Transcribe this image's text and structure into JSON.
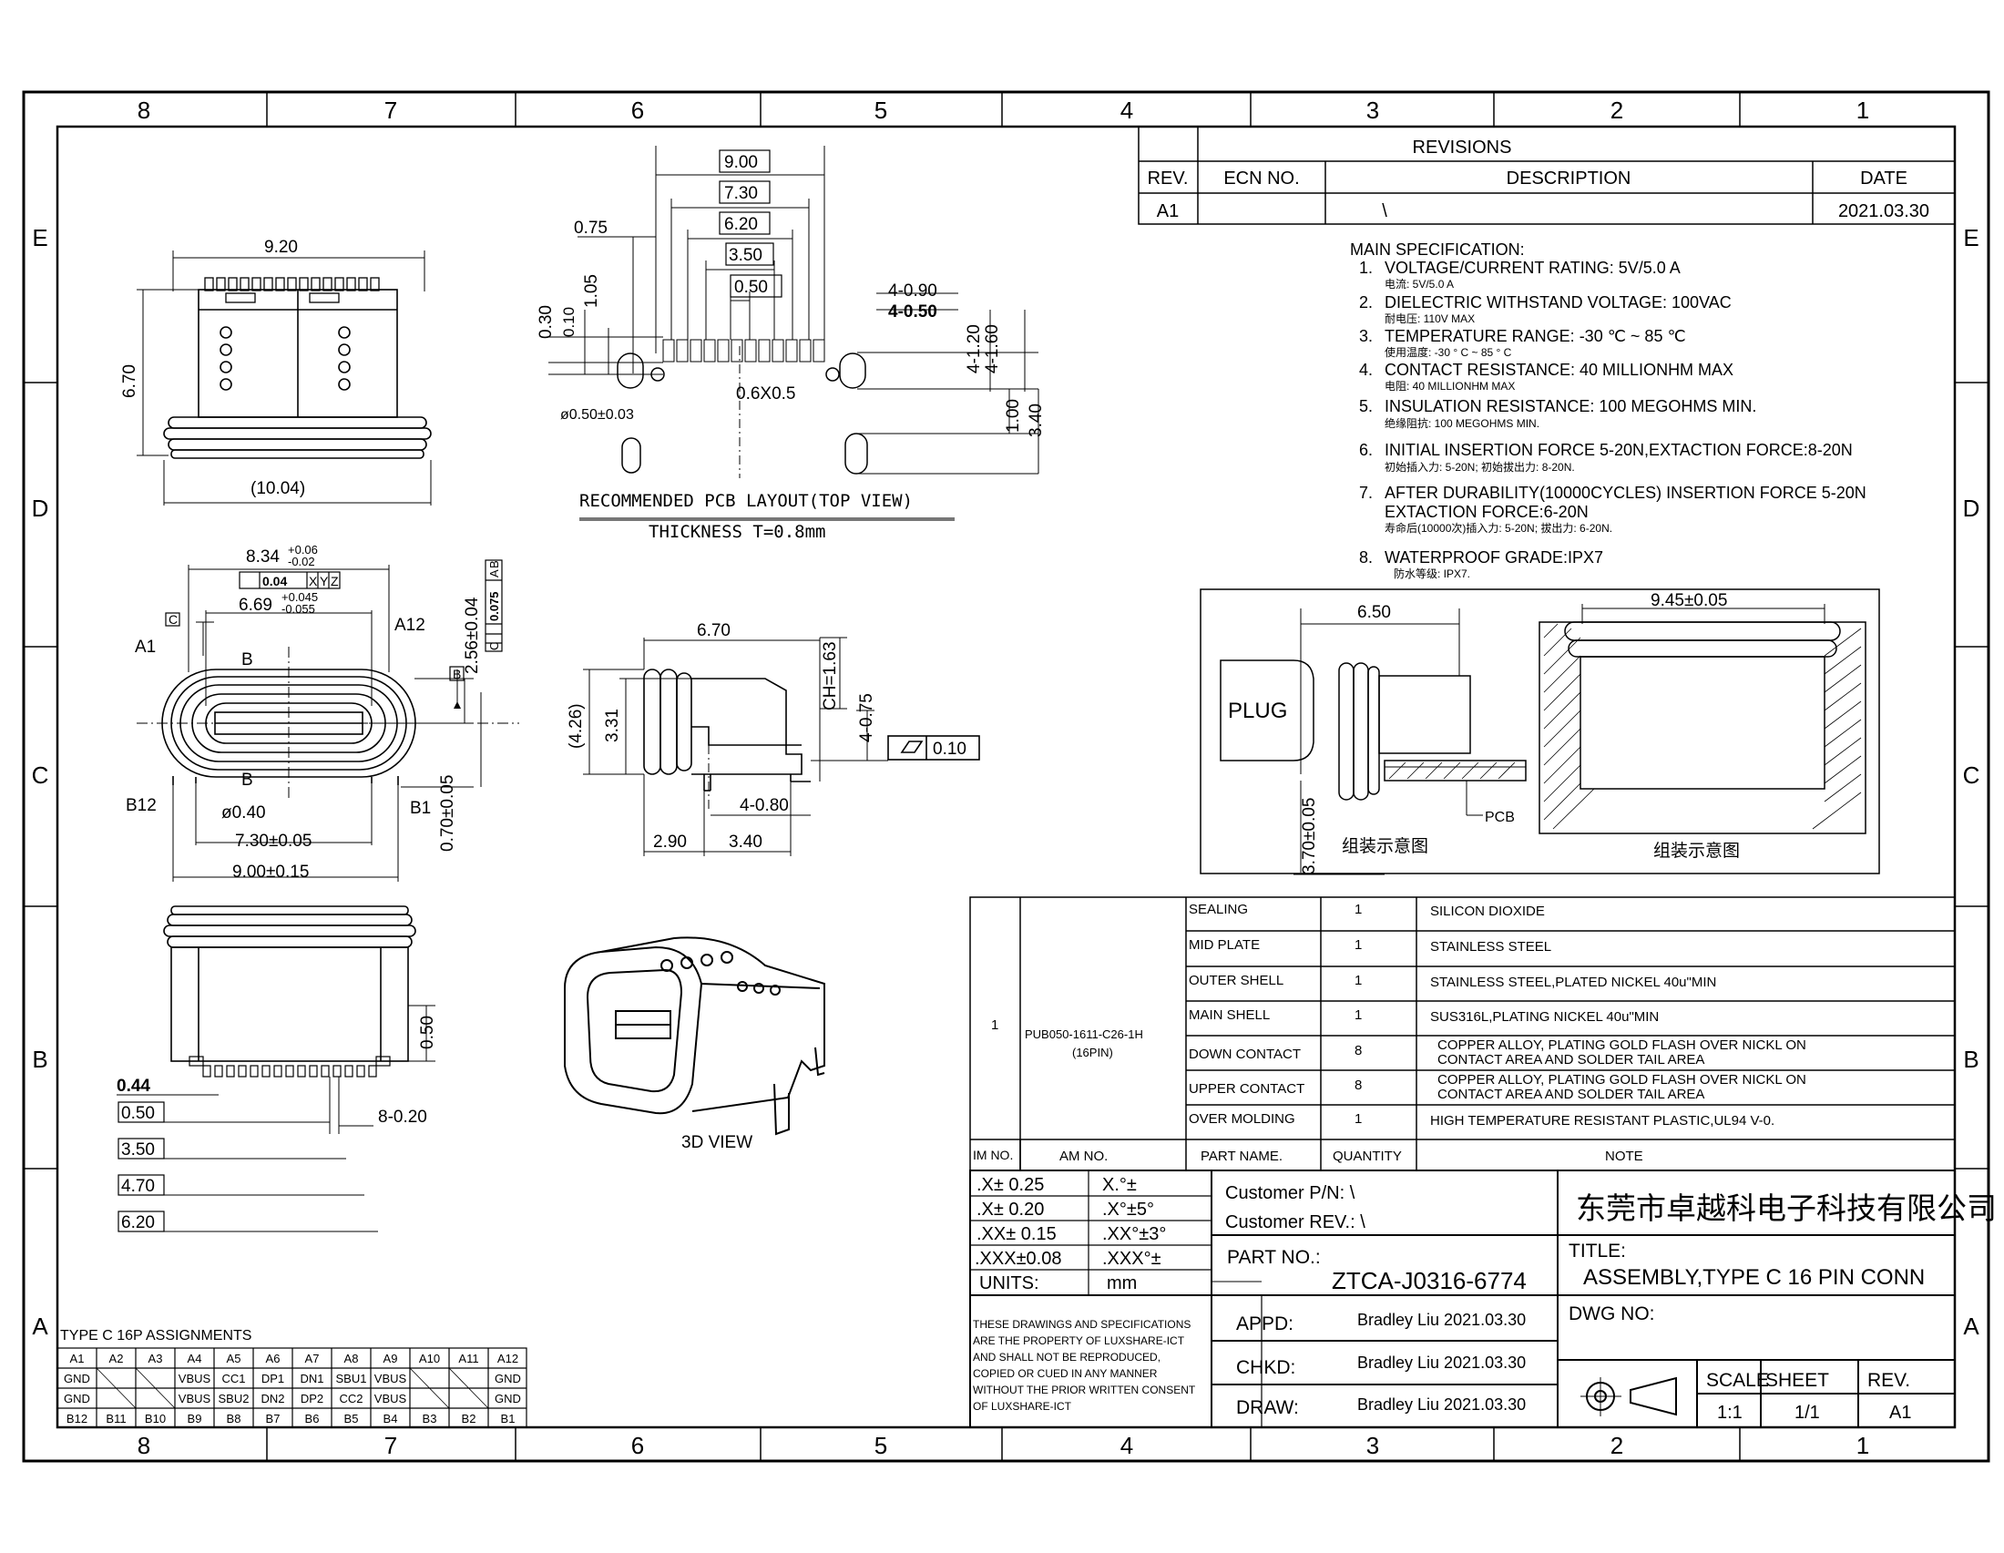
{
  "frame": {
    "columns": [
      "8",
      "7",
      "6",
      "5",
      "4",
      "3",
      "2",
      "1"
    ],
    "rows": [
      "E",
      "D",
      "C",
      "B",
      "A"
    ]
  },
  "revisions": {
    "title": "REVISIONS",
    "headers": [
      "REV.",
      "ECN NO.",
      "DESCRIPTION",
      "DATE"
    ],
    "row": {
      "rev": "A1",
      "ecn": "",
      "description": "\\",
      "date": "2021.03.30"
    }
  },
  "spec": {
    "heading": "MAIN SPECIFICATION:",
    "items": [
      {
        "num": "1.",
        "en": "VOLTAGE/CURRENT RATING: 5V/5.0 A",
        "cn": "电流: 5V/5.0 A"
      },
      {
        "num": "2.",
        "en": "DIELECTRIC WITHSTAND VOLTAGE: 100VAC",
        "cn": "耐电压: 110V MAX"
      },
      {
        "num": "3.",
        "en": "TEMPERATURE RANGE: -30 ℃ ~ 85 ℃",
        "cn": "使用温度: -30 ° C ~ 85 ° C"
      },
      {
        "num": "4.",
        "en": "CONTACT RESISTANCE: 40 MILLIONHM MAX",
        "cn": "电阻: 40 MILLIONHM MAX"
      },
      {
        "num": "5.",
        "en": "INSULATION RESISTANCE: 100 MEGOHMS MIN.",
        "cn": "绝缘阻抗: 100 MEGOHMS MIN."
      },
      {
        "num": "6.",
        "en": "INITIAL INSERTION FORCE 5-20N,EXTACTION FORCE:8-20N",
        "cn": "初始插入力: 5-20N; 初始拔出力: 8-20N."
      },
      {
        "num": "7.",
        "en": "AFTER DURABILITY(10000CYCLES) INSERTION FORCE 5-20N",
        "en2": "EXTACTION FORCE:6-20N",
        "cn": "寿命后(10000次)插入力: 5-20N; 拔出力: 6-20N."
      },
      {
        "num": "8.",
        "en": "WATERPROOF GRADE:IPX7",
        "cn": "防水等级: IPX7."
      }
    ]
  },
  "dims": {
    "top_w": "9.20",
    "top_h": "6.70",
    "top_bottom": "(10.04)",
    "pcb_9": "9.00",
    "pcb_73": "7.30",
    "pcb_62": "6.20",
    "pcb_35": "3.50",
    "pcb_05": "0.50",
    "pcb_075": "0.75",
    "pcb_105": "1.05",
    "pcb_030": "0.30",
    "pcb_010": "0.10",
    "pcb_490": "4-0.90",
    "pcb_450": "4-0.50",
    "pcb_4120": "4-1.20",
    "pcb_4160": "4-1.60",
    "pcb_hole": "ø0.50±0.03",
    "pcb_slot": "0.6X0.5",
    "pcb_100": "1.00",
    "pcb_340": "3.40",
    "pcb_caption": "RECOMMENDED PCB LAYOUT(TOP VIEW)",
    "pcb_thick": "THICKNESS T=0.8mm",
    "front_834": "8.34",
    "front_834_tol_up": "+0.06",
    "front_834_tol_dn": "-0.02",
    "front_fcf": "0.04",
    "front_fcf_x": "X",
    "front_fcf_y": "Y",
    "front_fcf_z": "Z",
    "front_669": "6.69",
    "front_669_tol_up": "+0.045",
    "front_669_tol_dn": "-0.055",
    "front_c": "C",
    "front_b_datum": "B",
    "front_a1": "A1",
    "front_a12": "A12",
    "front_b12": "B12",
    "front_b1": "B1",
    "front_b": "B",
    "front_256": "2.56±0.04",
    "front_v_fcf": "0.075",
    "front_v_fcf_a": "A",
    "front_v_fcf_b": "B",
    "front_v_fcf_c": "C",
    "front_040": "ø0.40",
    "front_730": "7.30±0.05",
    "front_900": "9.00±0.15",
    "front_070": "0.70±0.05",
    "side_670": "6.70",
    "side_426": "(4.26)",
    "side_331": "3.31",
    "side_ch": "CH=1.63",
    "side_4075": "4-0.75",
    "side_flat": "0.10",
    "side_480": "4-0.80",
    "side_290": "2.90",
    "side_340": "3.40",
    "bot_050": "0.50",
    "bot_044": "0.44",
    "bot_b050": "0.50",
    "bot_350": "3.50",
    "bot_470": "4.70",
    "bot_620": "6.20",
    "bot_820": "8-0.20",
    "view3d": "3D VIEW",
    "asm_650": "6.50",
    "asm_945": "9.45±0.05",
    "asm_plug": "PLUG",
    "asm_pcb": "PCB",
    "asm_370": "3.70±0.05",
    "asm_cap1": "组装示意图",
    "asm_cap2": "组装示意图"
  },
  "bom": {
    "item": "1",
    "am": "PUB050-1611-C26-1H",
    "am2": "(16PIN)",
    "parts": [
      {
        "name": "SEALING",
        "qty": "1",
        "note": "SILICON DIOXIDE"
      },
      {
        "name": "MID PLATE",
        "qty": "1",
        "note": "STAINLESS STEEL"
      },
      {
        "name": "OUTER SHELL",
        "qty": "1",
        "note": "STAINLESS STEEL,PLATED NICKEL 40u\"MIN"
      },
      {
        "name": "MAIN SHELL",
        "qty": "1",
        "note": "SUS316L,PLATING NICKEL 40u\"MIN"
      },
      {
        "name": "DOWN CONTACT",
        "qty": "8",
        "note": "COPPER ALLOY, PLATING GOLD FLASH OVER NICKL ON",
        "note2": "CONTACT AREA AND SOLDER TAIL AREA"
      },
      {
        "name": "UPPER CONTACT",
        "qty": "8",
        "note": "COPPER ALLOY, PLATING GOLD FLASH OVER NICKL ON",
        "note2": "CONTACT AREA AND SOLDER TAIL AREA"
      },
      {
        "name": "OVER MOLDING",
        "qty": "1",
        "note": "HIGH TEMPERATURE RESISTANT PLASTIC,UL94 V-0."
      }
    ],
    "headers": [
      "IM NO.",
      "AM NO.",
      "PART NAME.",
      "QUANTITY",
      "NOTE"
    ]
  },
  "tolerances": [
    [
      ".X± 0.25",
      "X.°±"
    ],
    [
      ".X± 0.20",
      ".X°±5°"
    ],
    [
      ".XX± 0.15",
      ".XX°±3°"
    ],
    [
      ".XXX±0.08",
      ".XXX°±"
    ],
    [
      "UNITS:",
      "mm"
    ]
  ],
  "title_block": {
    "customer_pn": "Customer P/N: \\",
    "customer_rev": "Customer REV.: \\",
    "company": "东莞市卓越科电子科技有限公司",
    "part_no_label": "PART NO.:",
    "part_no": "ZTCA-J0316-6774",
    "title_label": "TITLE:",
    "title": "ASSEMBLY,TYPE C 16 PIN CONN",
    "notice": [
      "THESE DRAWINGS AND SPECIFICATIONS",
      "ARE THE PROPERTY OF LUXSHARE-ICT",
      "AND SHALL NOT BE REPRODUCED,",
      "COPIED OR CUED IN ANY MANNER",
      "WITHOUT THE PRIOR WRITTEN CONSENT",
      "OF LUXSHARE-ICT"
    ],
    "appd_label": "APPD:",
    "appd": "Bradley Liu  2021.03.30",
    "chkd_label": "CHKD:",
    "chkd": "Bradley Liu  2021.03.30",
    "draw_label": "DRAW:",
    "draw": "Bradley Liu  2021.03.30",
    "dwg_no_label": "DWG NO:",
    "scale_label": "SCALE",
    "scale": "1:1",
    "sheet_label": "SHEET",
    "sheet": "1/1",
    "rev_label": "REV.",
    "rev": "A1"
  },
  "pin_table": {
    "title": "TYPE C 16P ASSIGNMENTS",
    "rows": [
      [
        "A1",
        "A2",
        "A3",
        "A4",
        "A5",
        "A6",
        "A7",
        "A8",
        "A9",
        "A10",
        "A11",
        "A12"
      ],
      [
        "GND",
        "",
        "",
        "VBUS",
        "CC1",
        "DP1",
        "DN1",
        "SBU1",
        "VBUS",
        "",
        "",
        "GND"
      ],
      [
        "GND",
        "",
        "",
        "VBUS",
        "SBU2",
        "DN2",
        "DP2",
        "CC2",
        "VBUS",
        "",
        "",
        "GND"
      ],
      [
        "B12",
        "B11",
        "B10",
        "B9",
        "B8",
        "B7",
        "B6",
        "B5",
        "B4",
        "B3",
        "B2",
        "B1"
      ]
    ]
  }
}
